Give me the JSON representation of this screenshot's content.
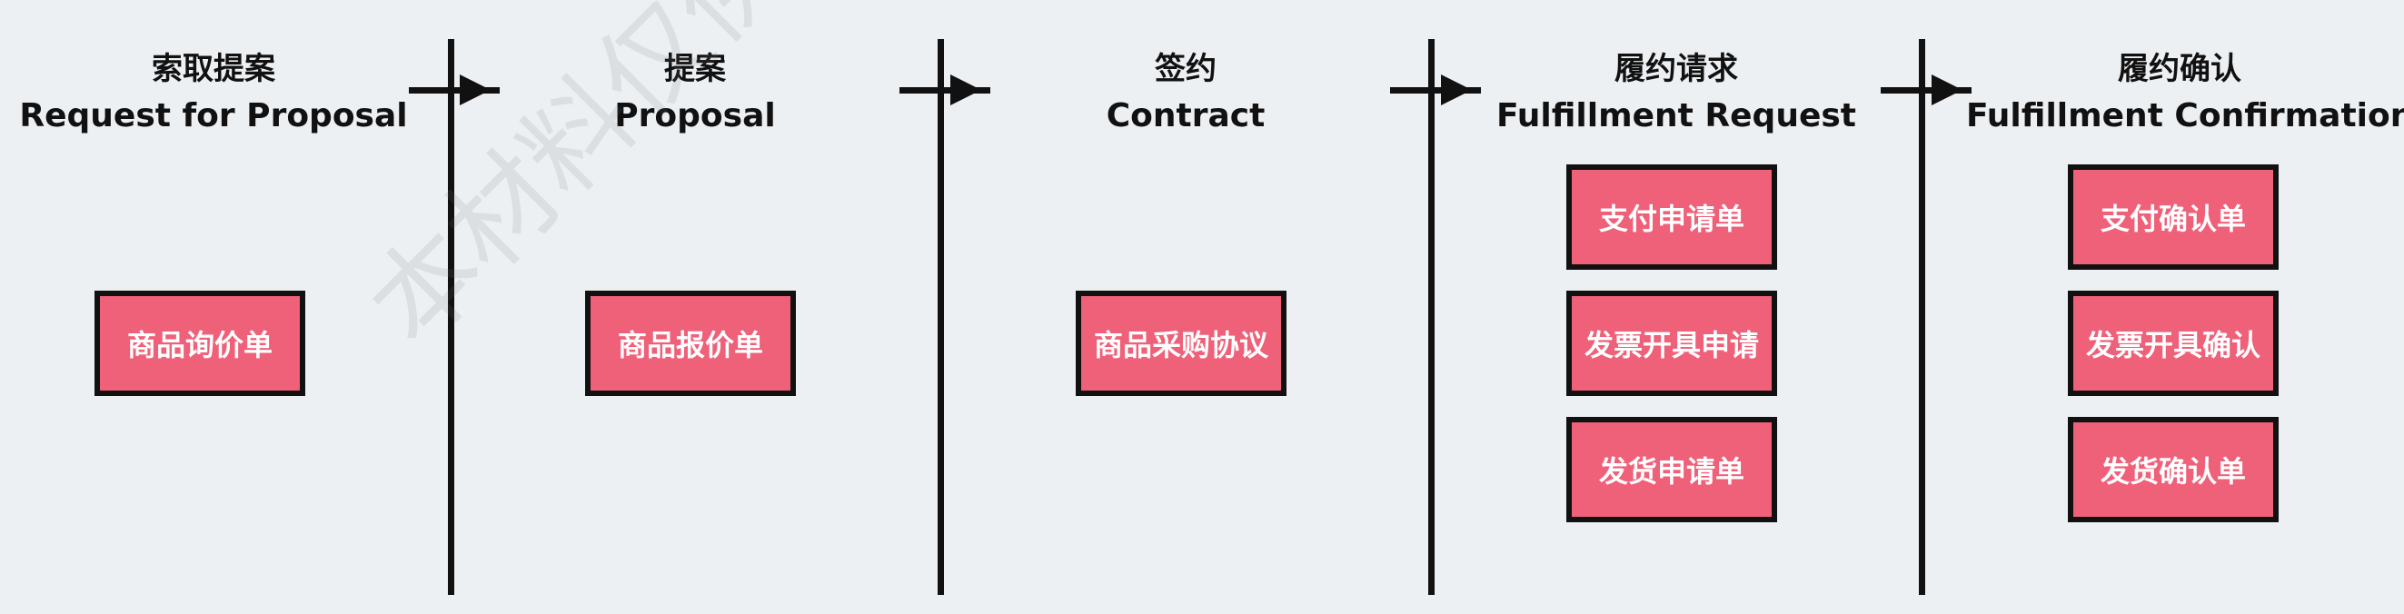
{
  "stages": [
    {
      "title_zh": "索取提案",
      "title_en": "Request for Proposal",
      "documents": [
        "商品询价单"
      ]
    },
    {
      "title_zh": "提案",
      "title_en": "Proposal",
      "documents": [
        "商品报价单"
      ]
    },
    {
      "title_zh": "签约",
      "title_en": "Contract",
      "documents": [
        "商品采购协议"
      ]
    },
    {
      "title_zh": "履约请求",
      "title_en": "Fulfillment Request",
      "documents": [
        "支付申请单",
        "发票开具申请",
        "发货申请单"
      ]
    },
    {
      "title_zh": "履约确认",
      "title_en": "Fulfillment Confirmation",
      "documents": [
        "支付确认单",
        "发票开具确认",
        "发货确认单"
      ]
    }
  ],
  "watermark": "本材料仅供极客时间",
  "colors": {
    "box_fill": "#ef6079",
    "box_text": "#ffffff",
    "line": "#111111",
    "background": "#edf0f3"
  }
}
